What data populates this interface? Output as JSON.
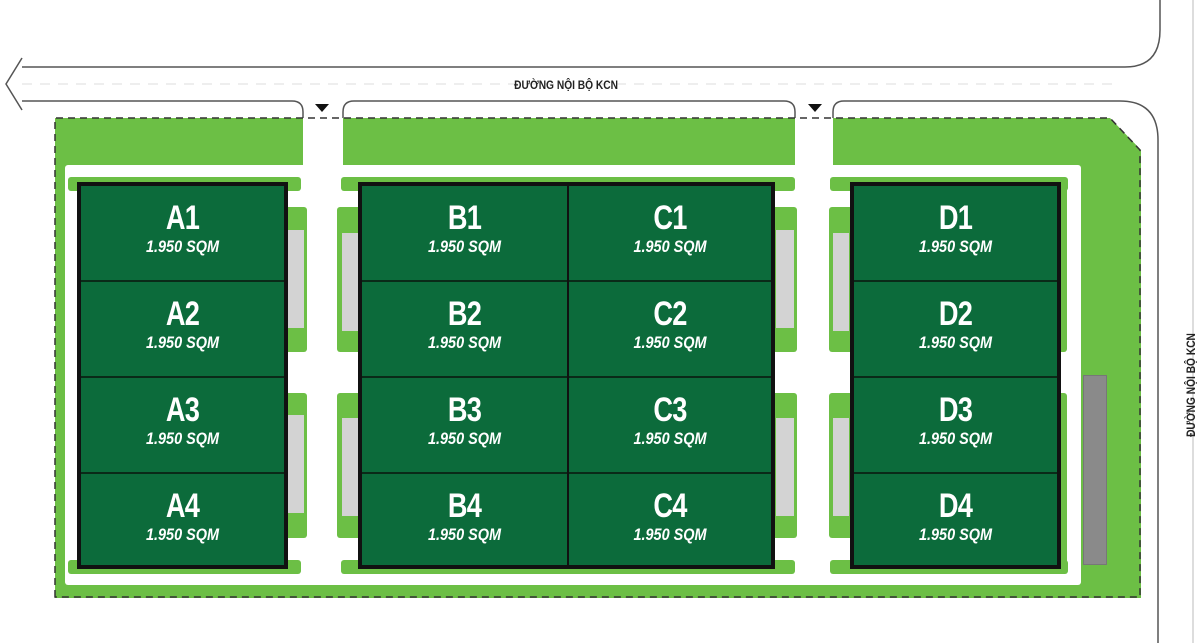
{
  "roads": {
    "top_label": "ĐƯỜNG NỘI BỘ KCN",
    "right_label": "ĐƯỜNG NỘI BỘ KCN"
  },
  "colors": {
    "landscape": "#6cbf45",
    "unit": "#0c6b3b",
    "dock": "#d3d3d3"
  },
  "blocks": [
    {
      "units": [
        {
          "name": "A1",
          "area": "1.950 SQM"
        },
        {
          "name": "A2",
          "area": "1.950 SQM"
        },
        {
          "name": "A3",
          "area": "1.950 SQM"
        },
        {
          "name": "A4",
          "area": "1.950 SQM"
        }
      ]
    },
    {
      "units": [
        {
          "name": "B1",
          "area": "1.950 SQM"
        },
        {
          "name": "B2",
          "area": "1.950 SQM"
        },
        {
          "name": "B3",
          "area": "1.950 SQM"
        },
        {
          "name": "B4",
          "area": "1.950 SQM"
        }
      ]
    },
    {
      "units": [
        {
          "name": "C1",
          "area": "1.950 SQM"
        },
        {
          "name": "C2",
          "area": "1.950 SQM"
        },
        {
          "name": "C3",
          "area": "1.950 SQM"
        },
        {
          "name": "C4",
          "area": "1.950 SQM"
        }
      ]
    },
    {
      "units": [
        {
          "name": "D1",
          "area": "1.950 SQM"
        },
        {
          "name": "D2",
          "area": "1.950 SQM"
        },
        {
          "name": "D3",
          "area": "1.950 SQM"
        },
        {
          "name": "D4",
          "area": "1.950 SQM"
        }
      ]
    }
  ]
}
